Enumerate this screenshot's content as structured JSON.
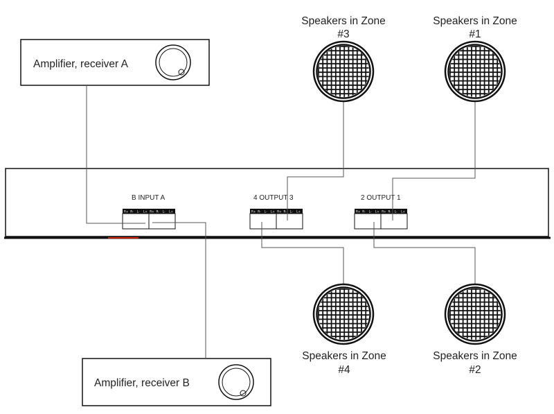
{
  "amplifier_a": {
    "label": "Amplifier, receiver A"
  },
  "amplifier_b": {
    "label": "Amplifier, receiver B"
  },
  "switcher": {
    "input_label": "B INPUT A",
    "output_34_label": "4 OUTPUT 3",
    "output_12_label": "2 OUTPUT 1",
    "terminal_labels": [
      "R+",
      "R-",
      "L-",
      "L+",
      "R+",
      "R-",
      "L-",
      "L+"
    ]
  },
  "speakers": {
    "zone3": {
      "line1": "Speakers in Zone",
      "line2": "#3"
    },
    "zone1": {
      "line1": "Speakers in Zone",
      "line2": "#1"
    },
    "zone4": {
      "line1": "Speakers in Zone",
      "line2": "#4"
    },
    "zone2": {
      "line1": "Speakers in Zone",
      "line2": "#2"
    }
  },
  "colors": {
    "stroke": "#111111",
    "wire": "#555555",
    "accent": "#cc2200"
  }
}
